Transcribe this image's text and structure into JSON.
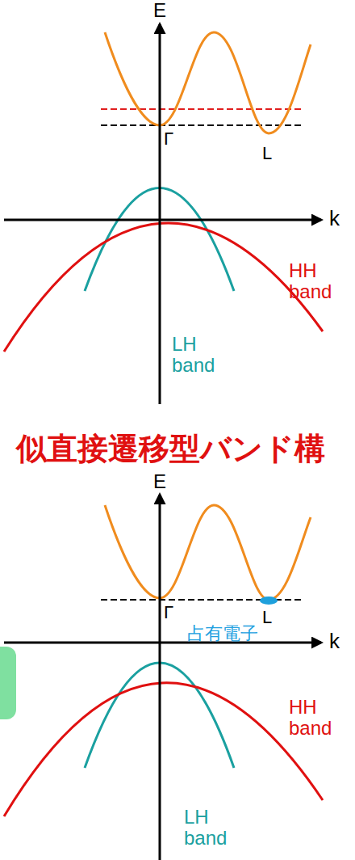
{
  "diagram": {
    "labels": [
      "E",
      "Γ",
      "L",
      "k",
      "HH band",
      "LH band",
      "似直接遷移型バンド構",
      "E",
      "Γ",
      "L",
      "占有電子",
      "k",
      "HH band",
      "LH band"
    ]
  }
}
